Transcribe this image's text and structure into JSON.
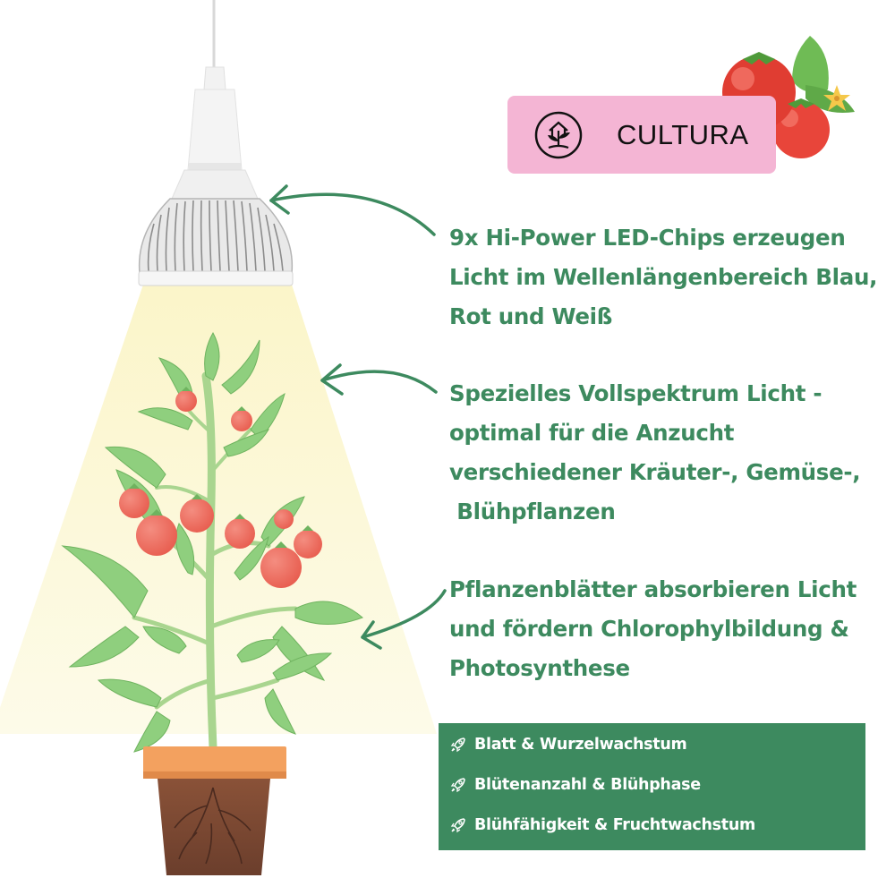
{
  "brand": {
    "name": "CULTURA",
    "logo_icon": "seedling-house-icon",
    "background_color": "#f4b5d4"
  },
  "features": [
    {
      "lines": [
        "9x Hi-Power LED-Chips erzeugen",
        "Licht im Wellenlängenbereich Blau,",
        "Rot und Weiß"
      ],
      "points_to": "lamp-shade"
    },
    {
      "lines": [
        "Spezielles Vollspektrum Licht -",
        "optimal für die Anzucht",
        "verschiedener Kräuter-, Gemüse-,",
        " Blühpflanzen"
      ],
      "points_to": "light-cone"
    },
    {
      "lines": [
        "Pflanzenblätter absorbieren Licht",
        "und fördern Chlorophylbildung &",
        "Photosynthese"
      ],
      "points_to": "plant-leaves"
    }
  ],
  "benefits": {
    "icon": "rocket-icon",
    "background_color": "#3d8a5f",
    "items": [
      {
        "label": "Blatt & Wurzelwachstum"
      },
      {
        "label": "Blütenanzahl & Blühphase"
      },
      {
        "label": "Blühfähigkeit & Fruchtwachstum"
      }
    ]
  },
  "colors": {
    "accent_green": "#3d8a5f",
    "light_cone": "#fdf8d6",
    "tomato_red": "#ee6a5c",
    "leaf_green": "#8fcf7e",
    "pot_orange": "#f3a15f",
    "soil_brown": "#7b4a36"
  }
}
